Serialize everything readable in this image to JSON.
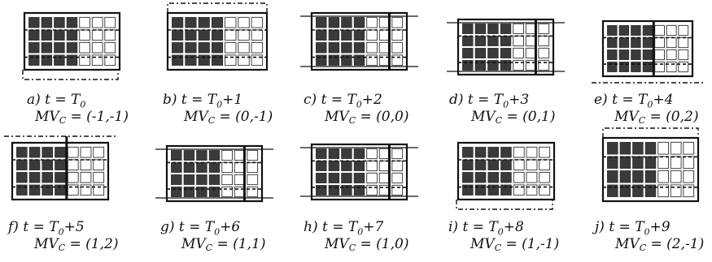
{
  "panels": [
    {
      "letter": "a)",
      "base": "t = T",
      "suffix": "",
      "mv_lhs": "MV",
      "mv_sub": "C",
      "mv_rhs": "= (-1,-1)"
    },
    {
      "letter": "b)",
      "base": "t = T",
      "suffix": "+1",
      "mv_lhs": "MV",
      "mv_sub": "C",
      "mv_rhs": "= (0,-1)"
    },
    {
      "letter": "c)",
      "base": "t = T",
      "suffix": "+2",
      "mv_lhs": "MV",
      "mv_sub": "C",
      "mv_rhs": "= (0,0)"
    },
    {
      "letter": "d)",
      "base": "t = T",
      "suffix": "+3",
      "mv_lhs": "MV",
      "mv_sub": "C",
      "mv_rhs": "= (0,1)"
    },
    {
      "letter": "e)",
      "base": "t = T",
      "suffix": "+4",
      "mv_lhs": "MV",
      "mv_sub": "C",
      "mv_rhs": "= (0,2)"
    },
    {
      "letter": "f)",
      "base": "t = T",
      "suffix": "+5",
      "mv_lhs": "MV",
      "mv_sub": "C",
      "mv_rhs": "= (1,2)"
    },
    {
      "letter": "g)",
      "base": "t = T",
      "suffix": "+6",
      "mv_lhs": "MV",
      "mv_sub": "C",
      "mv_rhs": "= (1,1)"
    },
    {
      "letter": "h)",
      "base": "t = T",
      "suffix": "+7",
      "mv_lhs": "MV",
      "mv_sub": "C",
      "mv_rhs": "= (1,0)"
    },
    {
      "letter": "i)",
      "base": "t = T",
      "suffix": "+8",
      "mv_lhs": "MV",
      "mv_sub": "C",
      "mv_rhs": "= (1,-1)"
    },
    {
      "letter": "j)",
      "base": "t = T",
      "suffix": "+9",
      "mv_lhs": "MV",
      "mv_sub": "C",
      "mv_rhs": "= (2,-1)"
    }
  ],
  "t0_subscript": "0",
  "colors": {
    "dark_cell": "#3a3a3a",
    "light_cell": "#ffffff",
    "line": "#111111"
  }
}
